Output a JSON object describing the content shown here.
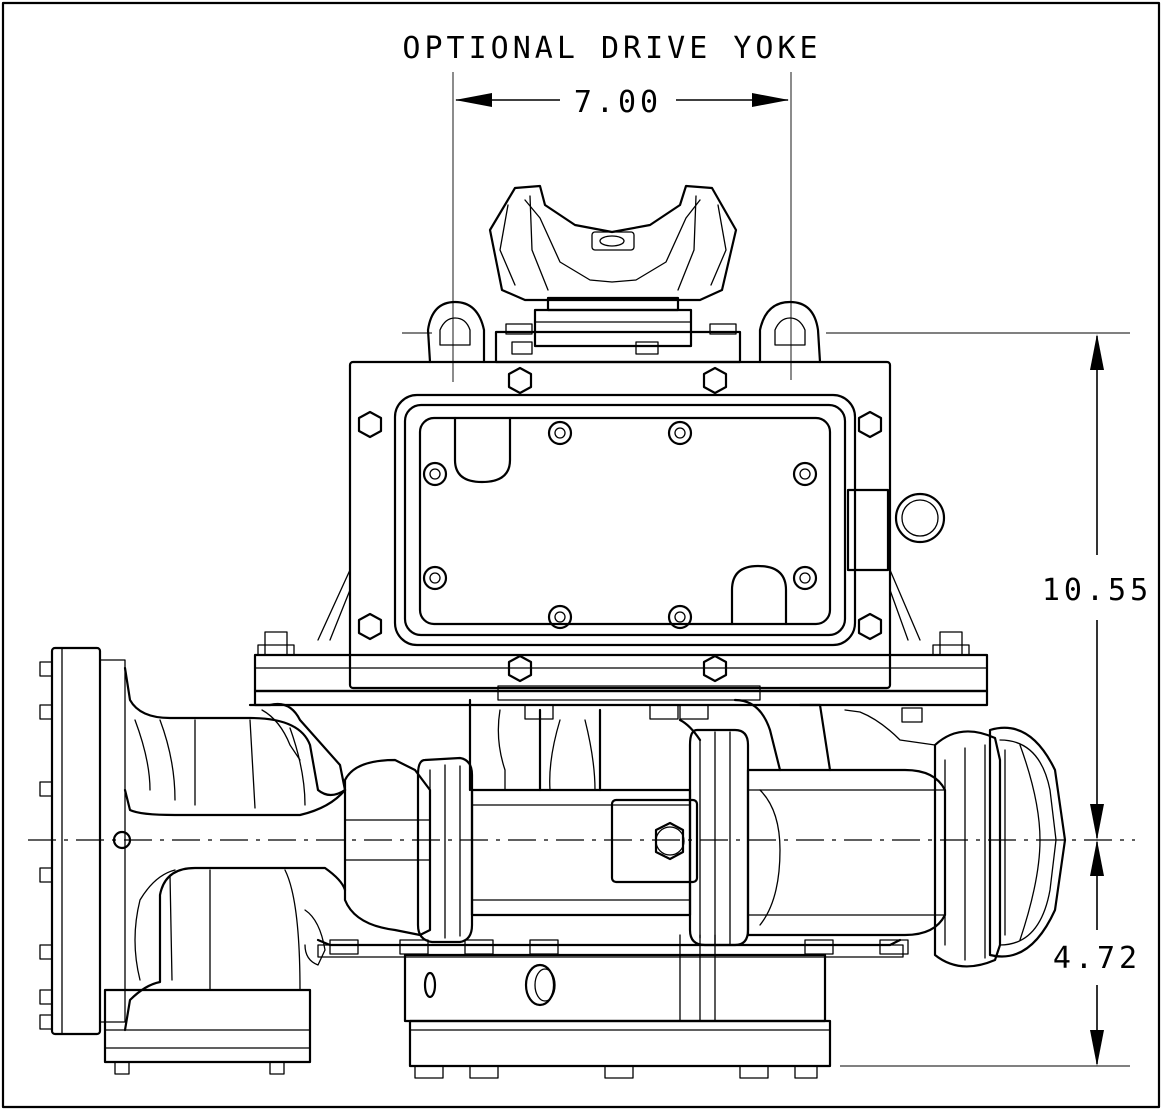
{
  "labels": {
    "title": "OPTIONAL DRIVE YOKE",
    "yoke_width": "7.00",
    "height_total": "10.55",
    "height_lower": "4.72"
  }
}
